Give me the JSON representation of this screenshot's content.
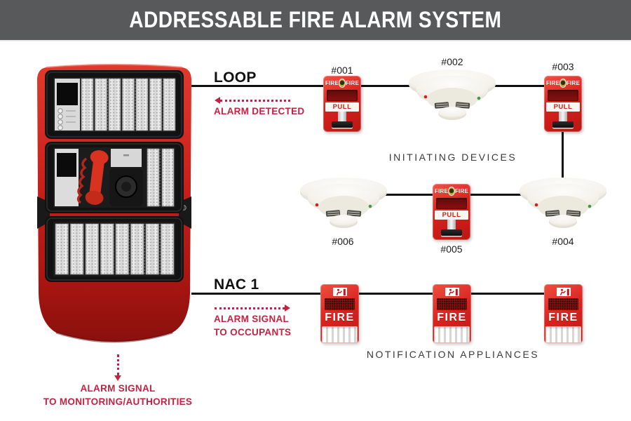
{
  "header": {
    "title": "ADDRESSABLE FIRE ALARM SYSTEM"
  },
  "colors": {
    "header_bg": "#58595b",
    "accent_red": "#c32343",
    "device_red": "#d8231f",
    "line_black": "#0f0f0f"
  },
  "loop": {
    "label": "LOOP",
    "note": "ALARM DETECTED"
  },
  "nac": {
    "label": "NAC 1",
    "note_line1": "ALARM SIGNAL",
    "note_line2": "TO OCCUPANTS"
  },
  "monitoring": {
    "note_line1": "ALARM SIGNAL",
    "note_line2": "TO MONITORING/AUTHORITIES"
  },
  "groups": {
    "initiating": "INITIATING DEVICES",
    "notification": "NOTIFICATION APPLIANCES"
  },
  "pull_station": {
    "fire_left": "FIRE",
    "fire_right": "FIRE",
    "pull_label": "PULL"
  },
  "strobe": {
    "fire_label": "FIRE"
  },
  "devices": [
    {
      "id": "#001",
      "type": "pull-station"
    },
    {
      "id": "#002",
      "type": "smoke-detector"
    },
    {
      "id": "#003",
      "type": "pull-station"
    },
    {
      "id": "#004",
      "type": "smoke-detector"
    },
    {
      "id": "#005",
      "type": "pull-station"
    },
    {
      "id": "#006",
      "type": "smoke-detector"
    }
  ]
}
